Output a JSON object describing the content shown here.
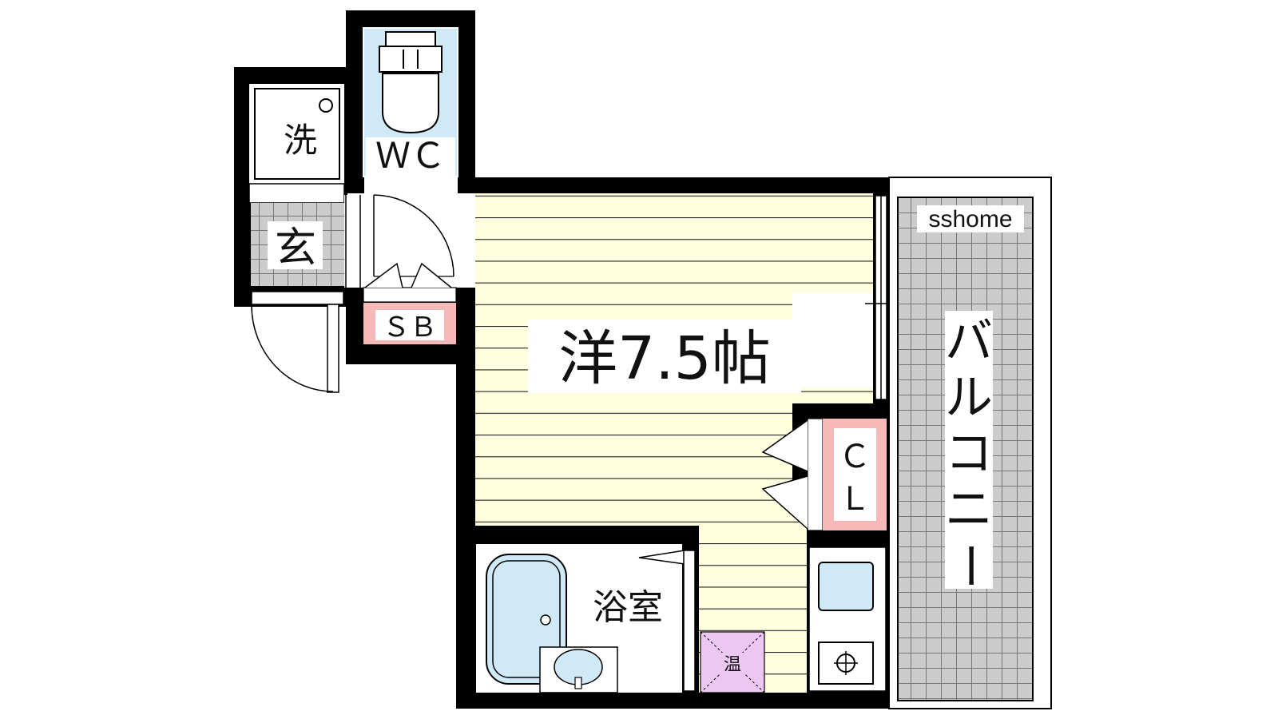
{
  "floorplan": {
    "rooms": {
      "western_room": "洋7.5帖",
      "toilet": "ＷＣ",
      "washer": "洗",
      "entrance": "玄",
      "shoe_box": "ＳＢ",
      "closet_line1": "Ｃ",
      "closet_line2": "Ｌ",
      "bathroom": "浴室",
      "water_heater": "温",
      "balcony": "バルコニー"
    },
    "watermark": "sshome"
  },
  "colors": {
    "wall": "#000000",
    "floor_wood": "#ffffe0",
    "floor_lines": "#222222",
    "water_blue": "#cfe9f7",
    "closet_pink": "#f7b8b8",
    "heater_purple": "#ebc7f2",
    "tile_grey": "#cccccc"
  },
  "icons": {
    "toilet": "toilet-icon",
    "washer_drain": "washer-drain-icon",
    "bathtub": "bathtub-icon",
    "sink": "sink-icon",
    "stove": "stove-burner-icon",
    "door": "door-swing-icon"
  }
}
